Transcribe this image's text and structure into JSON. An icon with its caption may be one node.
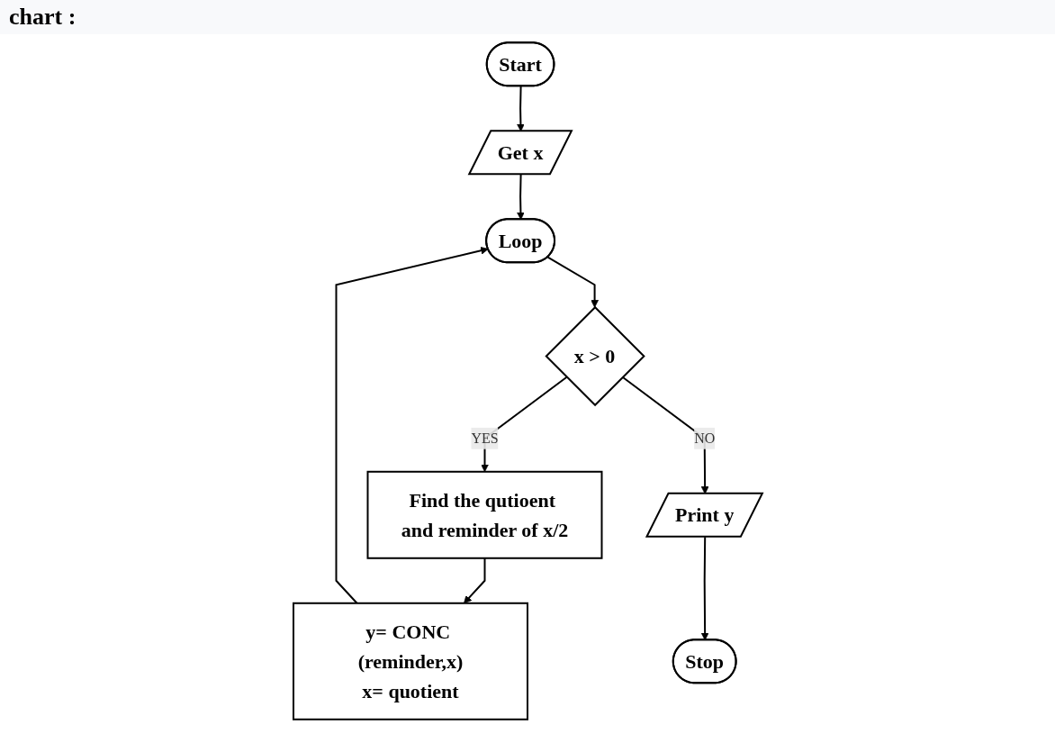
{
  "diagram": {
    "title": "chart :",
    "nodes": [
      {
        "text": [
          "Start"
        ]
      },
      {
        "text": [
          "Get x"
        ]
      },
      {
        "text": [
          "Loop"
        ]
      },
      {
        "text": [
          "x > 0"
        ]
      },
      {
        "text": [
          "Find the qutioent and reminder of x/2"
        ]
      },
      {
        "text": [
          "y= CONC (reminder,x)",
          "x= quotient"
        ]
      },
      {
        "text": [
          "Print y"
        ]
      },
      {
        "text": [
          "Stop"
        ]
      }
    ],
    "edges": [
      {
        "from": 0,
        "to": 1,
        "arrow": "to"
      },
      {
        "from": 1,
        "to": 2,
        "arrow": "to"
      },
      {
        "from": 2,
        "to": 3,
        "arrow": "to"
      },
      {
        "from": 3,
        "to": 4,
        "arrow": "to",
        "label": "YES"
      },
      {
        "from": 4,
        "to": 5,
        "arrow": "to"
      },
      {
        "from": 5,
        "to": 2,
        "arrow": "to"
      },
      {
        "from": 3,
        "to": 6,
        "arrow": "to",
        "label": "NO"
      },
      {
        "from": 6,
        "to": 7,
        "arrow": "to"
      }
    ]
  }
}
